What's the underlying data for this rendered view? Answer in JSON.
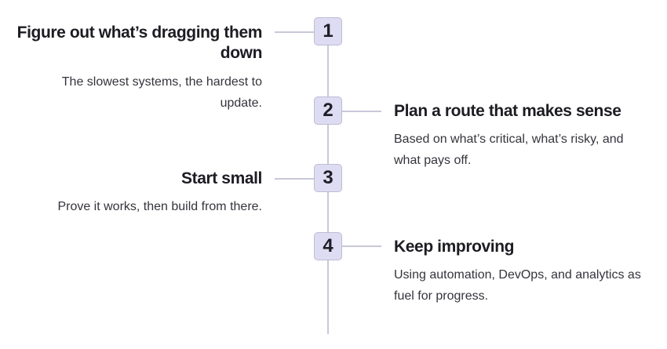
{
  "steps": [
    {
      "number": "1",
      "title": "Figure out what’s dragging them down",
      "description": "The slowest systems, the hardest to update."
    },
    {
      "number": "2",
      "title": "Plan a route that makes sense",
      "description": "Based on what’s critical, what’s risky, and what pays off."
    },
    {
      "number": "3",
      "title": "Start small",
      "description": "Prove it works, then build from there."
    },
    {
      "number": "4",
      "title": "Keep improving",
      "description": "Using automation, DevOps, and analytics as fuel for progress."
    }
  ],
  "colors": {
    "line": "#c9c8d8",
    "badge_fill": "#dedcf2",
    "badge_border": "#bebcd6",
    "title_text": "#1c1c22",
    "body_text": "#34343c"
  }
}
